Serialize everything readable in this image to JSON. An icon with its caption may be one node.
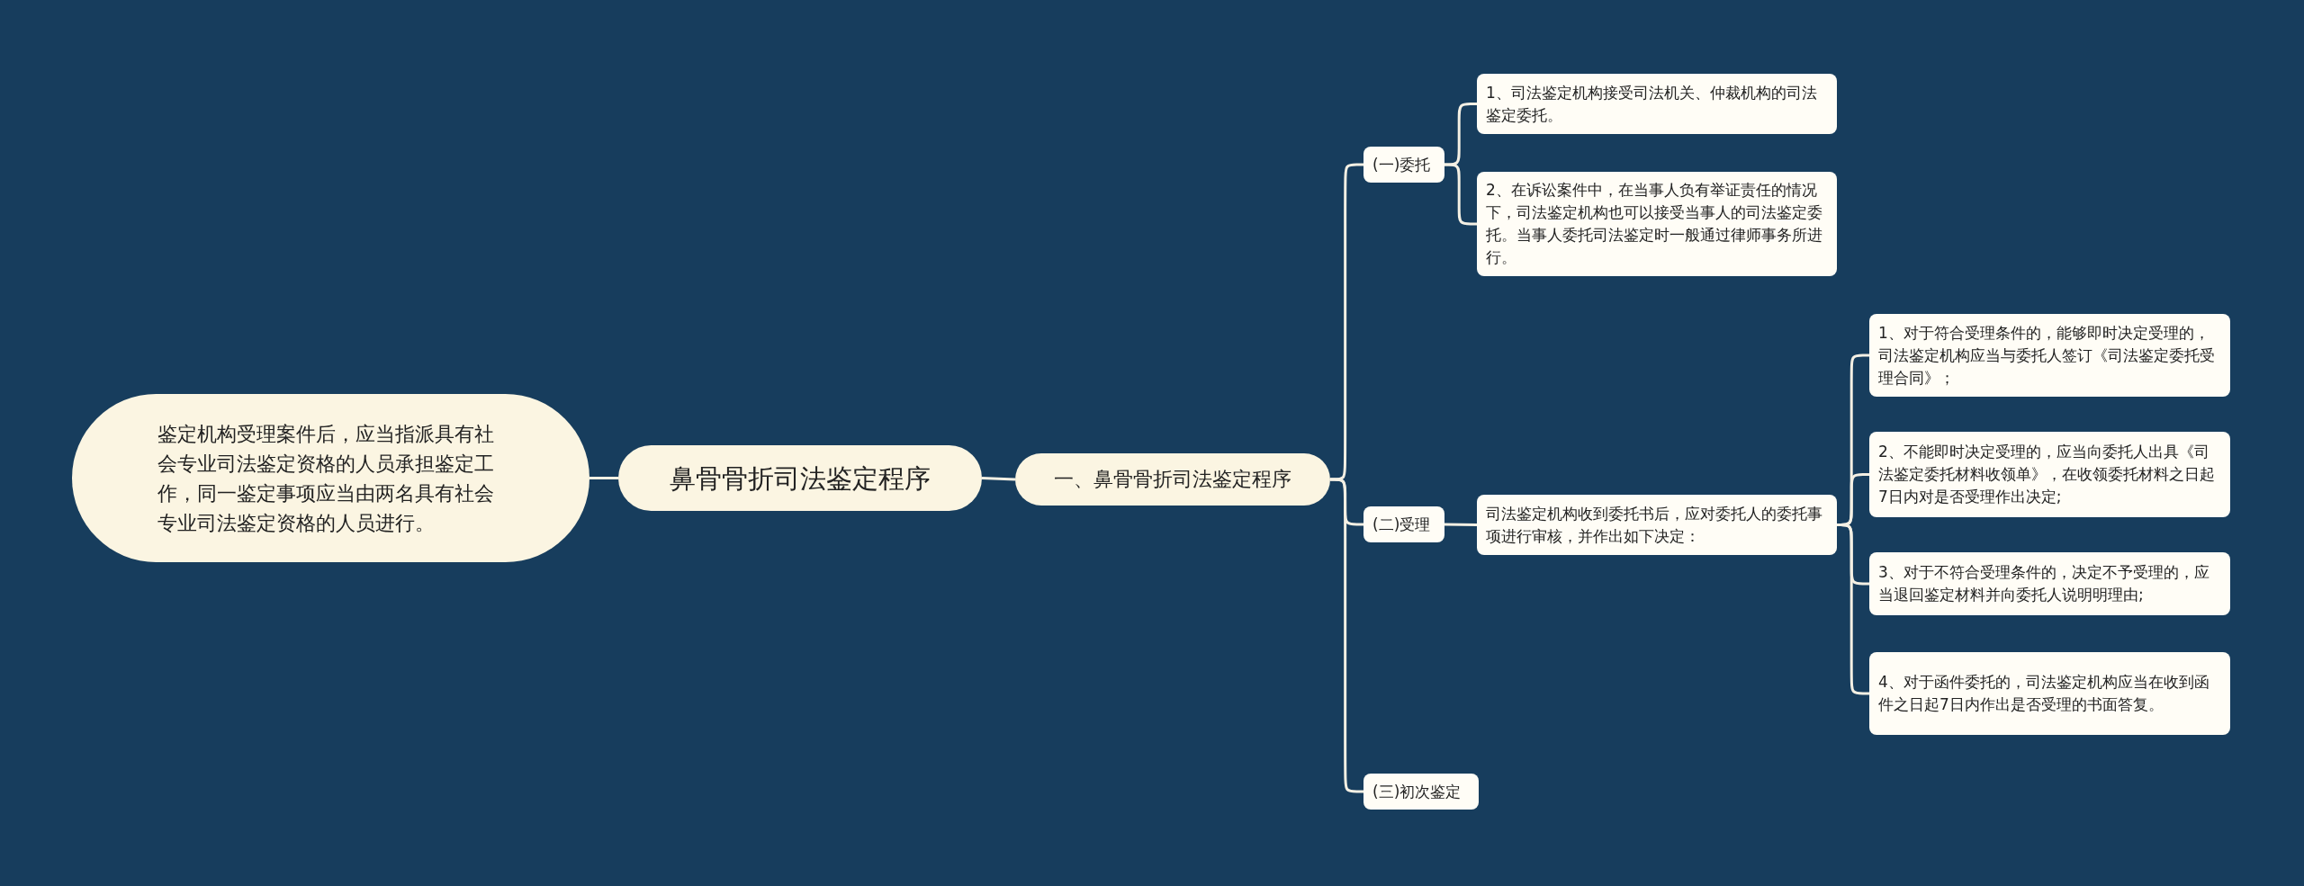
{
  "diagram": {
    "nodes": [
      {
        "text": [
          "鼻骨骨折司法鉴定程序"
        ]
      },
      {
        "text": [
          "鉴定机构受理案件后，应当指派具有社会专业司法鉴定资格的人员承担鉴定工作，同一鉴定事项应当由两名具有社会专业司法鉴定资格的人员进行。"
        ]
      },
      {
        "text": [
          "一、鼻骨骨折司法鉴定程序"
        ]
      },
      {
        "text": [
          "(一)委托"
        ]
      },
      {
        "text": [
          "1、司法鉴定机构接受司法机关、仲裁机构的司法鉴定委托。"
        ]
      },
      {
        "text": [
          "2、在诉讼案件中，在当事人负有举证责任的情况下，司法鉴定机构也可以接受当事人的司法鉴定委托。当事人委托司法鉴定时一般通过律师事务所进行。"
        ]
      },
      {
        "text": [
          "(二)受理"
        ]
      },
      {
        "text": [
          "司法鉴定机构收到委托书后，应对委托人的委托事项进行审核，并作出如下决定："
        ]
      },
      {
        "text": [
          "1、对于符合受理条件的，能够即时决定受理的，司法鉴定机构应当与委托人签订《司法鉴定委托受理合同》；"
        ]
      },
      {
        "text": [
          "2、不能即时决定受理的，应当向委托人出具《司法鉴定委托材料收领单》，在收领委托材料之日起7日内对是否受理作出决定;"
        ]
      },
      {
        "text": [
          "3、对于不符合受理条件的，决定不予受理的，应当退回鉴定材料并向委托人说明明理由;"
        ]
      },
      {
        "text": [
          "4、对于函件委托的，司法鉴定机构应当在收到函件之日起7日内作出是否受理的书面答复。"
        ]
      },
      {
        "text": [
          "(三)初次鉴定"
        ]
      }
    ],
    "edges": [
      {
        "from": 0,
        "to": 1,
        "arrow": "none"
      },
      {
        "from": 0,
        "to": 2,
        "arrow": "none"
      },
      {
        "from": 2,
        "to": 3,
        "arrow": "none"
      },
      {
        "from": 3,
        "to": 4,
        "arrow": "none"
      },
      {
        "from": 3,
        "to": 5,
        "arrow": "none"
      },
      {
        "from": 2,
        "to": 6,
        "arrow": "none"
      },
      {
        "from": 6,
        "to": 7,
        "arrow": "none"
      },
      {
        "from": 7,
        "to": 8,
        "arrow": "none"
      },
      {
        "from": 7,
        "to": 9,
        "arrow": "none"
      },
      {
        "from": 7,
        "to": 10,
        "arrow": "none"
      },
      {
        "from": 7,
        "to": 11,
        "arrow": "none"
      },
      {
        "from": 2,
        "to": 12,
        "arrow": "none"
      }
    ]
  }
}
